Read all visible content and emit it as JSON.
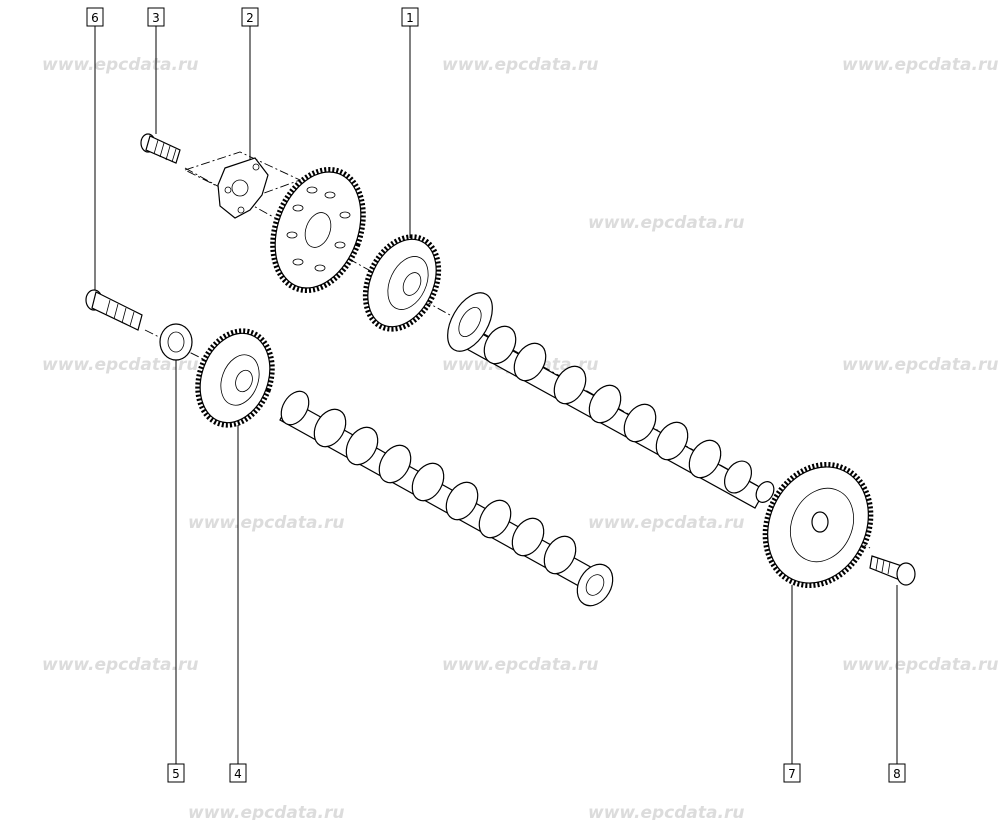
{
  "watermark": "www.epcdata.ru",
  "callouts": [
    "1",
    "2",
    "3",
    "4",
    "5",
    "6",
    "7",
    "8"
  ],
  "parts": [
    {
      "id": "1",
      "icon": "camshaft-gear-icon"
    },
    {
      "id": "2",
      "icon": "flange-plate-icon"
    },
    {
      "id": "3",
      "icon": "bolt-icon"
    },
    {
      "id": "4",
      "icon": "gear-icon"
    },
    {
      "id": "5",
      "icon": "washer-icon"
    },
    {
      "id": "6",
      "icon": "bolt-icon"
    },
    {
      "id": "7",
      "icon": "large-gear-icon"
    },
    {
      "id": "8",
      "icon": "bolt-icon"
    }
  ]
}
